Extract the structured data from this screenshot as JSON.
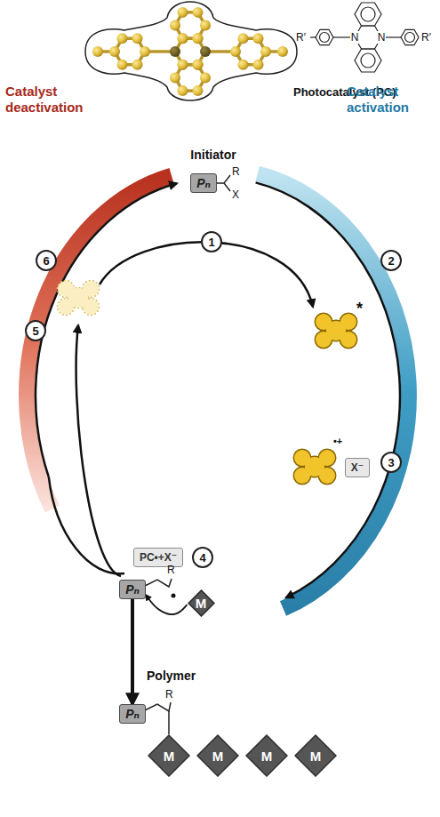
{
  "diagram": {
    "nodes": [
      {
        "text": [
          "Pₙ"
        ]
      },
      {
        "text": [
          "1"
        ]
      },
      {
        "text": [
          "2"
        ]
      },
      {
        "text": [
          "6"
        ]
      },
      {
        "text": [
          "5"
        ]
      },
      {
        "text": [
          "3"
        ]
      },
      {
        "text": [
          "X⁻"
        ]
      },
      {
        "text": [
          "4"
        ]
      },
      {
        "text": [
          "PC•+X⁻"
        ]
      },
      {
        "text": [
          "Pₙ"
        ]
      },
      {
        "text": [
          "M"
        ]
      },
      {
        "text": [
          "Pₙ"
        ]
      },
      {
        "text": [
          "M"
        ]
      },
      {
        "text": [
          "M"
        ]
      },
      {
        "text": [
          "M"
        ]
      },
      {
        "text": [
          "M"
        ]
      }
    ],
    "edges": [
      {
        "from": 10,
        "to": 9,
        "arrow": "to"
      },
      {
        "from": 9,
        "to": 11,
        "arrow": "to"
      }
    ],
    "labels": [
      "R′",
      "N",
      "N",
      "R′",
      "Photocatalyst (PC)",
      "Catalyst deactivation",
      "Catalyst activation",
      "Initiator",
      "R",
      "X",
      "*",
      "•+",
      "R",
      "Polymer",
      "R"
    ]
  }
}
